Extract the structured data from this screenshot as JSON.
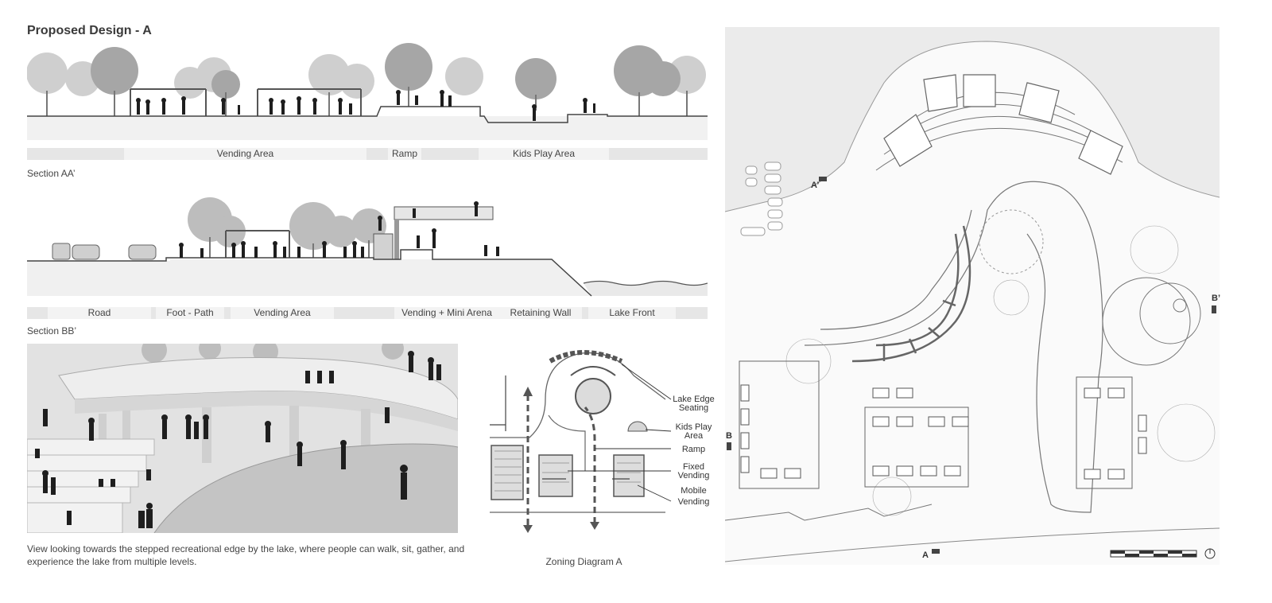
{
  "title": "Proposed Design - A",
  "section_aa": {
    "caption": "Section AA’",
    "bar_labels": [
      "Vending Area",
      "Ramp",
      "Kids Play Area"
    ]
  },
  "section_bb": {
    "caption": "Section BB’",
    "bar_labels": [
      "Road",
      "Foot - Path",
      "Vending Area",
      "Vending + Mini Arena",
      "Retaining Wall",
      "Lake Front"
    ]
  },
  "perspective": {
    "caption_line1": "View looking towards the stepped recreational edge by the lake, where people can walk, sit, gather, and",
    "caption_line2": "experience the lake from multiple levels."
  },
  "zoning": {
    "caption": "Zoning Diagram A",
    "labels": {
      "lake_edge_1": "Lake Edge",
      "lake_edge_2": "Seating",
      "kids_1": "Kids Play",
      "kids_2": "Area",
      "ramp": "Ramp",
      "fixed_1": "Fixed",
      "fixed_2": "Vending",
      "mobile_1": "Mobile",
      "mobile_2": "Vending"
    }
  },
  "site_plan": {
    "markers": {
      "a_prime": "A’",
      "a": "A",
      "b": "B",
      "b_prime": "B’"
    }
  },
  "colors": {
    "bar_bg": "#e6e6e6",
    "tree_light": "#c9c9c9",
    "tree_dark": "#9a9a9a",
    "water": "#e9e9e9",
    "figure": "#1e1e1e"
  }
}
